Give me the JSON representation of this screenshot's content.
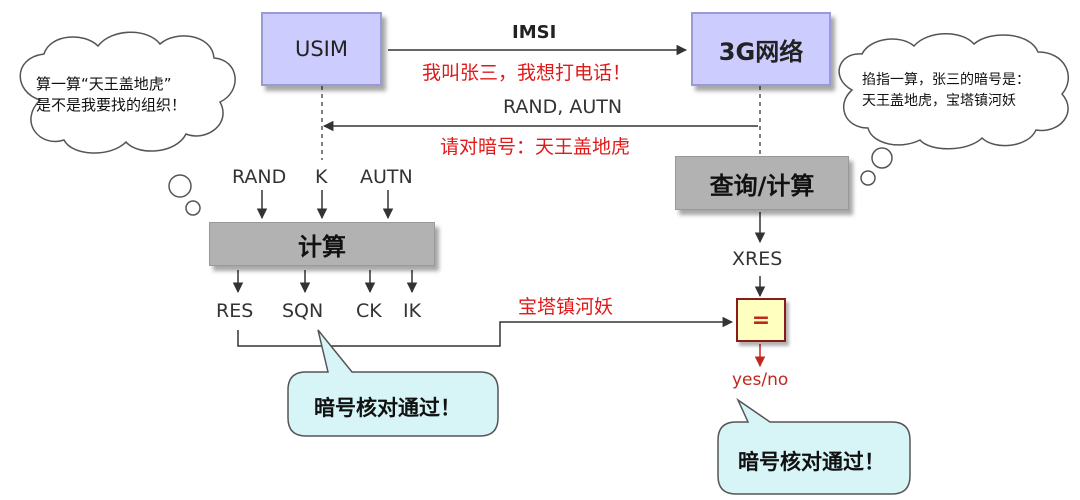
{
  "nodes": {
    "usim": "USIM",
    "network": "3G网络",
    "compute": "计算",
    "lookup": "查询/计算",
    "equals": "="
  },
  "labels": {
    "imsi": "IMSI",
    "imsi_note": "我叫张三，我想打电话！",
    "rand_autn": "RAND, AUTN",
    "challenge_note": "请对暗号：天王盖地虎",
    "in_rand": "RAND",
    "in_k": "K",
    "in_autn": "AUTN",
    "out_res": "RES",
    "out_sqn": "SQN",
    "out_ck": "CK",
    "out_ik": "IK",
    "xres": "XRES",
    "answer_note": "宝塔镇河妖",
    "result": "yes/no"
  },
  "bubbles": {
    "left_line1": "算一算“天王盖地虎”",
    "left_line2": "是不是我要找的组织！",
    "right_line1": "掐指一算，张三的暗号是：",
    "right_line2": "天王盖地虎，宝塔镇河妖"
  },
  "callouts": {
    "left": "暗号核对通过！",
    "right": "暗号核对通过！"
  },
  "colors": {
    "box_lilac": "#ccccff",
    "box_grey": "#b2b2b2",
    "accent_red": "#e01a1a",
    "callout_fill": "#d7f4f7",
    "equals_fill": "#ffffc0"
  }
}
